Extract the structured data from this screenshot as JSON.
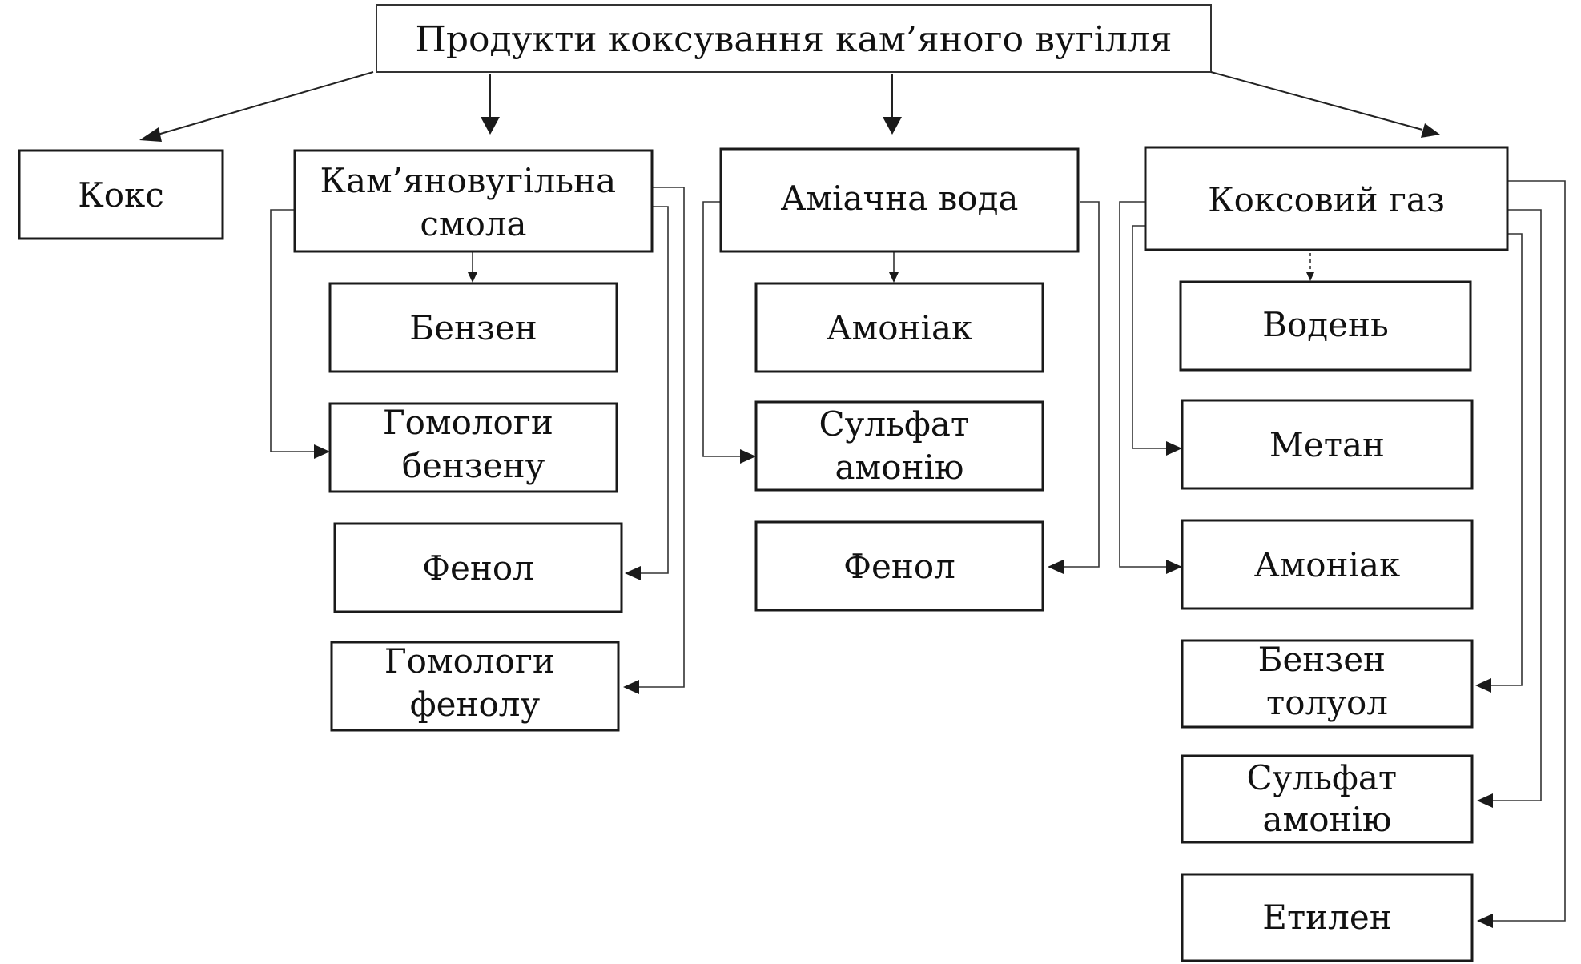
{
  "title": "Продукти коксування кам’яного вугілля",
  "coke": "Кокс",
  "tar": {
    "title": [
      "Кам’яновугільна",
      "смола"
    ],
    "items": [
      [
        "Бензен"
      ],
      [
        "Гомологи",
        "бензену"
      ],
      [
        "Фенол"
      ],
      [
        "Гомологи",
        "фенолу"
      ]
    ]
  },
  "water": {
    "title": [
      "Аміачна вода"
    ],
    "items": [
      [
        "Амоніак"
      ],
      [
        "Сульфат",
        "амонію"
      ],
      [
        "Фенол"
      ]
    ]
  },
  "gas": {
    "title": [
      "Коксовий газ"
    ],
    "items": [
      [
        "Водень"
      ],
      [
        "Метан"
      ],
      [
        "Амоніак"
      ],
      [
        "Бензен",
        "толуол"
      ],
      [
        "Сульфат",
        "амонію"
      ],
      [
        "Етилен"
      ]
    ]
  }
}
